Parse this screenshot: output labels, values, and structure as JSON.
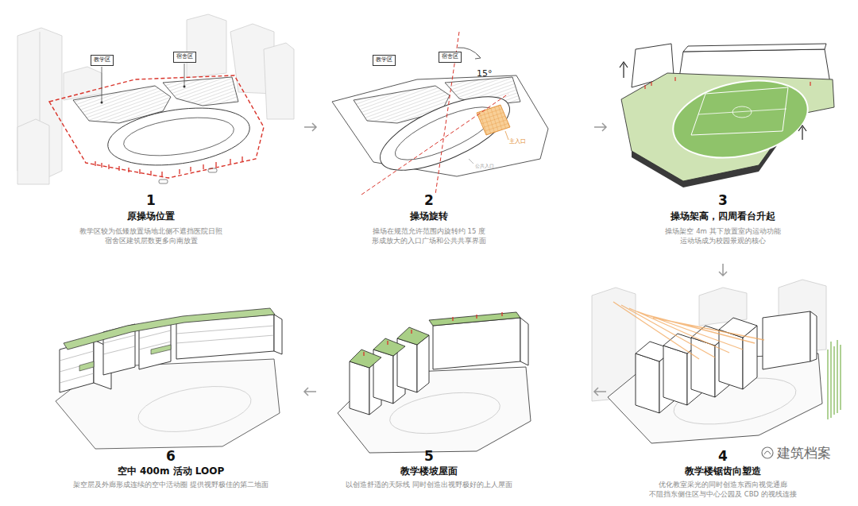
{
  "diagram": {
    "nodes": [
      {
        "text": [
          "教学区"
        ]
      },
      {
        "text": [
          "宿舍区"
        ]
      },
      {
        "text": [
          "教学区"
        ]
      },
      {
        "text": [
          "宿舍区"
        ]
      }
    ],
    "labels": [
      "1",
      "原操场位置",
      "教学区较为低矮放置场地北侧不遮挡医院日照 宿舍区建筑层数更多向南放置",
      "2",
      "操场旋转",
      "操场在规范允许范围内旋转约 15 度 形成放大的入口广场和公共共享界面",
      "15°",
      "主入口",
      "公共入口",
      "3",
      "操场架高，四周看台升起",
      "操场架空 4m 其下放置室内运动功能 运动场成为校园景观的核心",
      "4",
      "教学楼锯齿向塑造",
      "优化教室采光的同时创造东西向视觉通廊 不阻挡东侧住区与中心公园及 CBD 的视线连接",
      "5",
      "教学楼坡屋面",
      "以创造舒适的天际线 同时创造出视野极好的上人屋面",
      "6",
      "空中 400m 活动 LOOP",
      "架空层及外廊形成连续的空中活动圈 提供视野极佳的第二地面",
      "建筑档案"
    ]
  }
}
